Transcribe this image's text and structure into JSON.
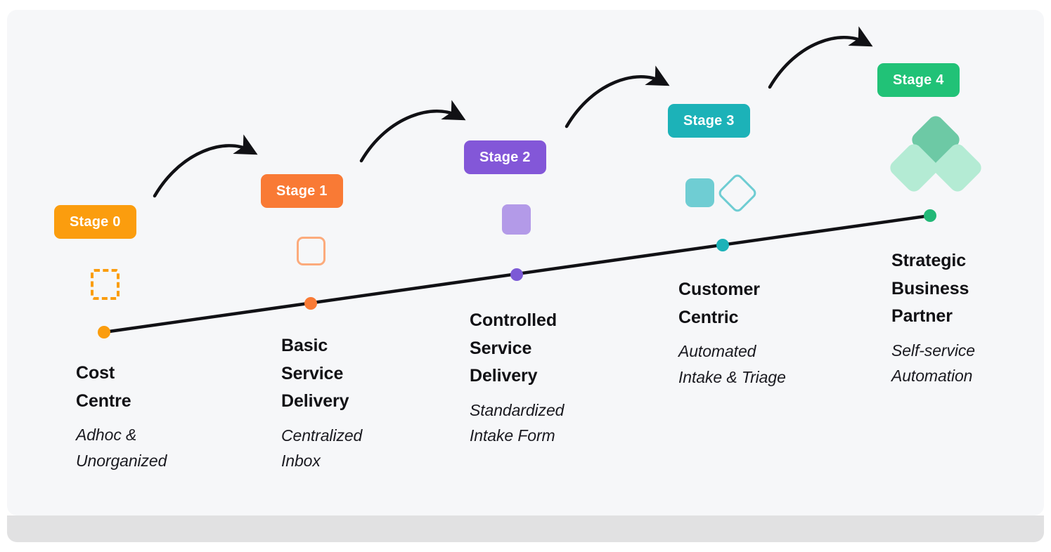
{
  "diagram": {
    "type": "maturity-progression",
    "background_color": "#f6f7f9",
    "footer_color": "#e1e1e2",
    "trend_line_color": "#111115",
    "arrow_color": "#111115",
    "arrow_count": 4,
    "stages": [
      {
        "badge": "Stage 0",
        "badge_color": "#fb9d0e",
        "title": "Cost Centre",
        "title_lines": [
          "Cost",
          "Centre"
        ],
        "subtitle": "Adhoc & Unorganized",
        "subtitle_lines": [
          "Adhoc &",
          "Unorganized"
        ],
        "dot_color": "#fb9d0e",
        "icon": "dashed-square-icon"
      },
      {
        "badge": "Stage 1",
        "badge_color": "#f97a35",
        "title": "Basic Service Delivery",
        "title_lines": [
          "Basic",
          "Service",
          "Delivery"
        ],
        "subtitle": "Centralized Inbox",
        "subtitle_lines": [
          "Centralized",
          "Inbox"
        ],
        "dot_color": "#f97a35",
        "icon": "outlined-square-icon"
      },
      {
        "badge": "Stage 2",
        "badge_color": "#8357d8",
        "title": "Controlled Service Delivery",
        "title_lines": [
          "Controlled",
          "Service",
          "Delivery"
        ],
        "subtitle": "Standardized Intake Form",
        "subtitle_lines": [
          "Standardized",
          "Intake Form"
        ],
        "dot_color": "#7c5ad6",
        "icon": "filled-square-icon"
      },
      {
        "badge": "Stage 3",
        "badge_color": "#1cb2b8",
        "title": "Customer Centric",
        "title_lines": [
          "Customer",
          "Centric"
        ],
        "subtitle": "Automated Intake & Triage",
        "subtitle_lines": [
          "Automated",
          "Intake & Triage"
        ],
        "dot_color": "#1cb2b8",
        "icon": "square-and-diamond-icon"
      },
      {
        "badge": "Stage 4",
        "badge_color": "#21c277",
        "title": "Strategic Business Partner",
        "title_lines": [
          "Strategic",
          "Business",
          "Partner"
        ],
        "subtitle": "Self-service Automation",
        "subtitle_lines": [
          "Self-service",
          "Automation"
        ],
        "dot_color": "#22b877",
        "icon": "three-diamonds-icon"
      }
    ]
  }
}
